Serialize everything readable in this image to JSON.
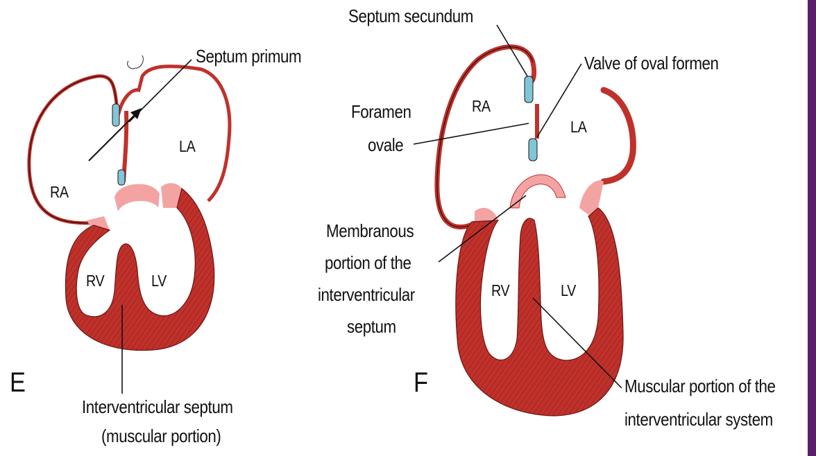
{
  "panel_e": {
    "letter": "E",
    "chambers": {
      "ra": "RA",
      "la": "LA",
      "rv": "RV",
      "lv": "LV"
    },
    "labels": {
      "septum_primum": "Septum primum",
      "interventricular_septum_line1": "Interventricular septum",
      "interventricular_septum_line2": "(muscular portion)"
    }
  },
  "panel_f": {
    "letter": "F",
    "chambers": {
      "ra": "RA",
      "la": "LA",
      "rv": "RV",
      "lv": "LV"
    },
    "labels": {
      "septum_secundum": "Septum secundum",
      "valve_of_oval_foramen": "Valve of oval formen",
      "foramen_ovale_line1": "Foramen",
      "foramen_ovale_line2": "ovale",
      "membranous_line1": "Membranous",
      "membranous_line2": "portion of the",
      "membranous_line3": "interventricular",
      "membranous_line4": "septum",
      "muscular_line1": "Muscular portion of the",
      "muscular_line2": "interventricular system"
    }
  },
  "colors": {
    "myocardium": "#c0312b",
    "endocardial_cushion": "#f4a3a3",
    "septum_blue": "#7ec6d8",
    "outline": "#2a0d0a",
    "edge_bar": "#5a1f6b"
  }
}
